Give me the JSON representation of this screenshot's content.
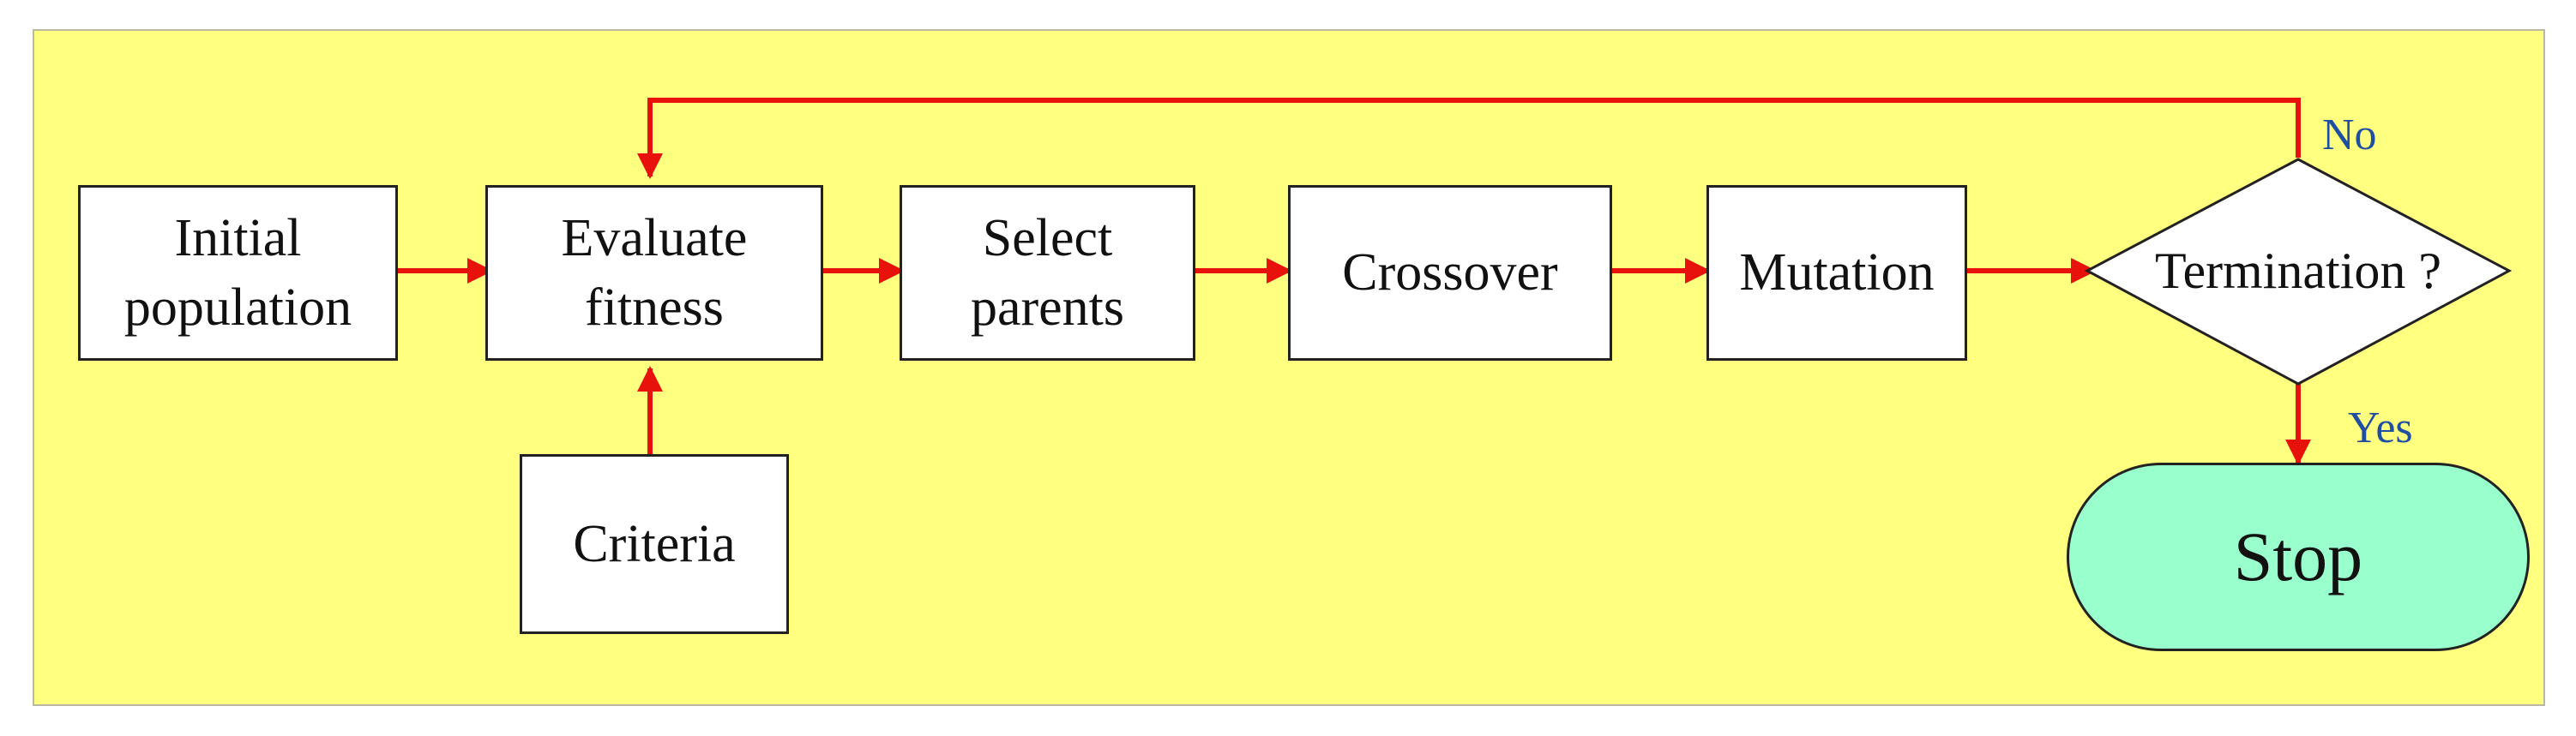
{
  "colors": {
    "panel_background": "#ffff80",
    "arrow": "#e8120c",
    "stop_fill": "#99ffcc",
    "branch_label": "#1f4fa0"
  },
  "nodes": {
    "initial_population": "Initial\npopulation",
    "evaluate_fitness": "Evaluate\nfitness",
    "criteria": "Criteria",
    "select_parents": "Select\nparents",
    "crossover": "Crossover",
    "mutation": "Mutation",
    "termination": "Termination ?",
    "stop": "Stop"
  },
  "branches": {
    "no": "No",
    "yes": "Yes"
  },
  "edges": [
    {
      "from": "initial_population",
      "to": "evaluate_fitness"
    },
    {
      "from": "criteria",
      "to": "evaluate_fitness"
    },
    {
      "from": "evaluate_fitness",
      "to": "select_parents"
    },
    {
      "from": "select_parents",
      "to": "crossover"
    },
    {
      "from": "crossover",
      "to": "mutation"
    },
    {
      "from": "mutation",
      "to": "termination"
    },
    {
      "from": "termination",
      "to": "evaluate_fitness",
      "label": "No"
    },
    {
      "from": "termination",
      "to": "stop",
      "label": "Yes"
    }
  ]
}
